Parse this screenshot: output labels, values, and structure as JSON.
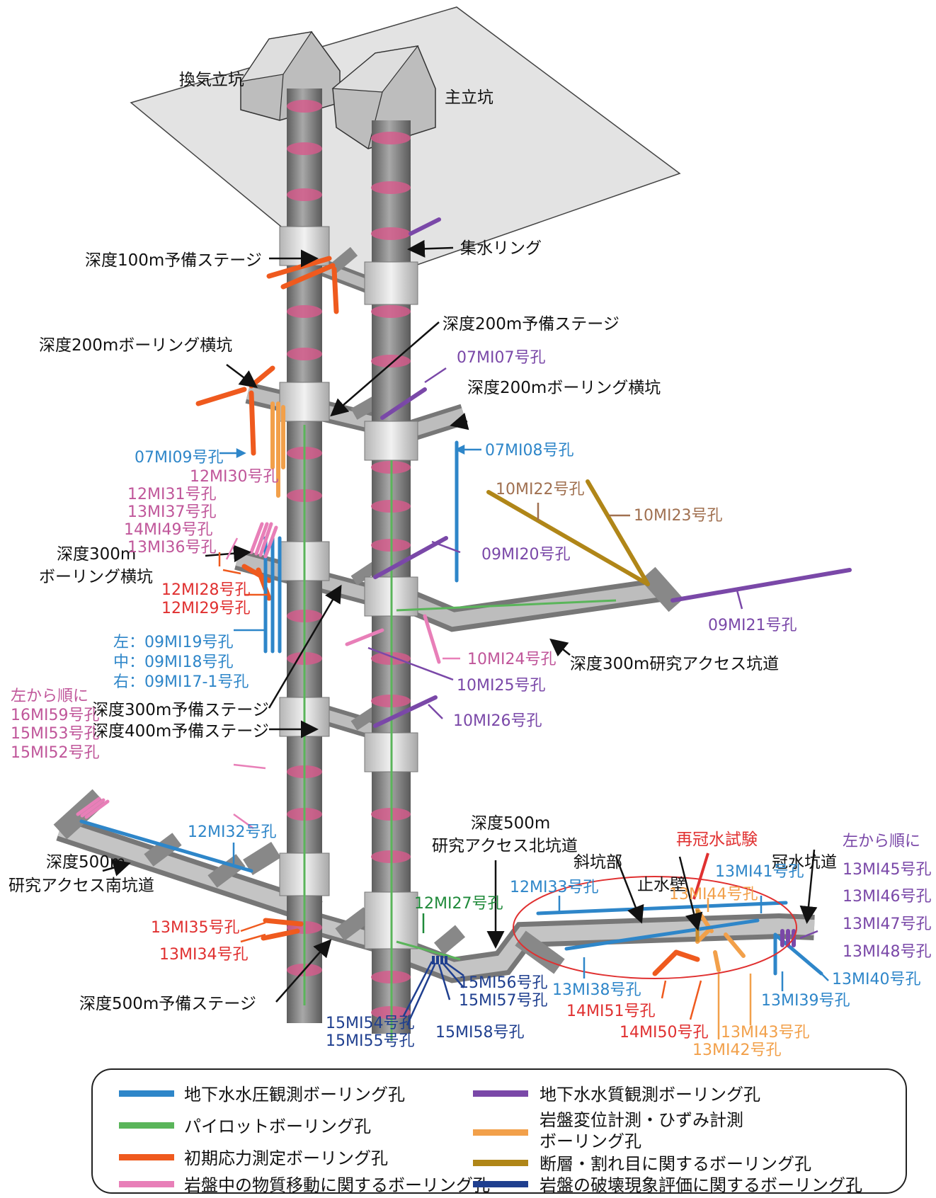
{
  "colors": {
    "pressure_blue": "#2e86c9",
    "pilot_green": "#5ab55a",
    "stress_orange": "#ef5a1e",
    "migration_pink": "#e87fb8",
    "quality_purple": "#7a48a8",
    "displacement_orange": "#f2a04a",
    "fault_brown": "#b08618",
    "failure_navy": "#1f3f8f",
    "red_title": "#e03030",
    "shaft_gray": "#8a8a8a",
    "ring_pink": "#d85a8c"
  },
  "structures": {
    "vent_shaft": "換気立坑",
    "main_shaft": "主立坑",
    "water_ring": "集水リング",
    "stage100": "深度100m予備ステージ",
    "stage200": "深度200m予備ステージ",
    "boring200_left": "深度200mボーリング横坑",
    "boring200_right": "深度200mボーリング横坑",
    "boring300_l1": "深度300m",
    "boring300_l2": "ボーリング横坑",
    "access300": "深度300m研究アクセス坑道",
    "stage300": "深度300m予備ステージ",
    "stage400": "深度400m予備ステージ",
    "north500_l1": "深度500m",
    "north500_l2": "研究アクセス北坑道",
    "south500_l1": "深度500m",
    "south500_l2": "研究アクセス南坑道",
    "stage500": "深度500m予備ステージ",
    "reflood_test": "再冠水試験",
    "incline": "斜坑部",
    "water_wall": "止水壁",
    "flood_drift": "冠水坑道"
  },
  "holes": {
    "h07MI07": "07MI07号孔",
    "h07MI08": "07MI08号孔",
    "h07MI09": "07MI09号孔",
    "h12MI30": "12MI30号孔",
    "h12MI31": "12MI31号孔",
    "h13MI37": "13MI37号孔",
    "h14MI49": "14MI49号孔",
    "h13MI36": "13MI36号孔",
    "h12MI28": "12MI28号孔",
    "h12MI29": "12MI29号孔",
    "h09MI19": "左：09MI19号孔",
    "h09MI18": "中：09MI18号孔",
    "h09MI17": "右：09MI17-1号孔",
    "h10MI22": "10MI22号孔",
    "h10MI23": "10MI23号孔",
    "h09MI20": "09MI20号孔",
    "h09MI21": "09MI21号孔",
    "h10MI24": "10MI24号孔",
    "h10MI25": "10MI25号孔",
    "h10MI26": "10MI26号孔",
    "left_order": "左から順に",
    "h16MI59": "16MI59号孔",
    "h15MI53": "15MI53号孔",
    "h15MI52": "15MI52号孔",
    "h12MI32": "12MI32号孔",
    "h13MI35": "13MI35号孔",
    "h13MI34": "13MI34号孔",
    "h12MI27": "12MI27号孔",
    "h15MI54": "15MI54号孔",
    "h15MI55": "15MI55号孔",
    "h15MI56": "15MI56号孔",
    "h15MI57": "15MI57号孔",
    "h15MI58": "15MI58号孔",
    "h12MI33": "12MI33号孔",
    "h13MI38": "13MI38号孔",
    "h13MI41": "13MI41号孔",
    "h13MI44": "13MI44号孔",
    "h14MI51": "14MI51号孔",
    "h14MI50": "14MI50号孔",
    "h13MI43": "13MI43号孔",
    "h13MI42": "13MI42号孔",
    "h13MI39": "13MI39号孔",
    "h13MI40": "13MI40号孔",
    "right_order": "左から順に",
    "h13MI45": "13MI45号孔",
    "h13MI46": "13MI46号孔",
    "h13MI47": "13MI47号孔",
    "h13MI48": "13MI48号孔"
  },
  "legend": {
    "pressure": "地下水水圧観測ボーリング孔",
    "pilot": "パイロットボーリング孔",
    "stress": "初期応力測定ボーリング孔",
    "migration": "岩盤中の物質移動に関するボーリング孔",
    "quality": "地下水水質観測ボーリング孔",
    "displacement_l1": "岩盤変位計測・ひずみ計測",
    "displacement_l2": "ボーリング孔",
    "fault": "断層・割れ目に関するボーリング孔",
    "failure": "岩盤の破壊現象評価に関するボーリング孔"
  }
}
